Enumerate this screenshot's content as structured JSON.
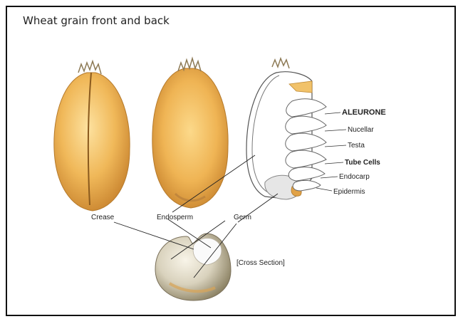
{
  "title": "Wheat grain front and back",
  "labels": {
    "crease": "Crease",
    "endosperm": "Endosperm",
    "germ": "Germ",
    "cross_section": "[Cross Section]"
  },
  "layers": [
    "ALEURONE",
    "Nucellar",
    "Testa",
    "Tube Cells",
    "Endocarp",
    "Epidermis"
  ],
  "colors": {
    "grain_light": "#f4c46a",
    "grain_dark": "#c8832e",
    "outline": "#555555"
  }
}
